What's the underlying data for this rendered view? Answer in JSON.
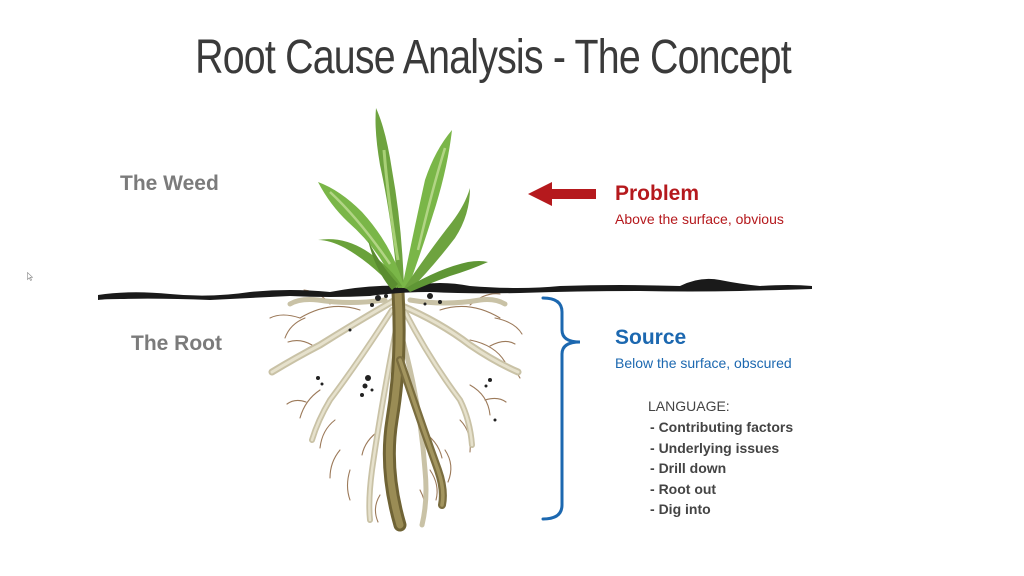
{
  "title": "Root Cause Analysis - The Concept",
  "left_labels": {
    "weed": "The Weed",
    "root": "The Root"
  },
  "problem": {
    "title": "Problem",
    "subtitle": "Above the surface, obvious",
    "color": "#b5191d",
    "arrow_icon": "left-arrow-icon"
  },
  "source": {
    "title": "Source",
    "subtitle": "Below the surface, obscured",
    "color": "#1c68b0",
    "bracket_icon": "curly-brace-icon"
  },
  "language": {
    "heading": "LANGUAGE:",
    "items": [
      "Contributing factors",
      "Underlying issues",
      "Drill down",
      "Root out",
      "Dig into"
    ]
  },
  "colors": {
    "leaf": "#7ab648",
    "leaf_light": "#a8d076",
    "root": "#b0a985",
    "taproot": "#8a7a4a",
    "ground": "#1a1a1a"
  }
}
